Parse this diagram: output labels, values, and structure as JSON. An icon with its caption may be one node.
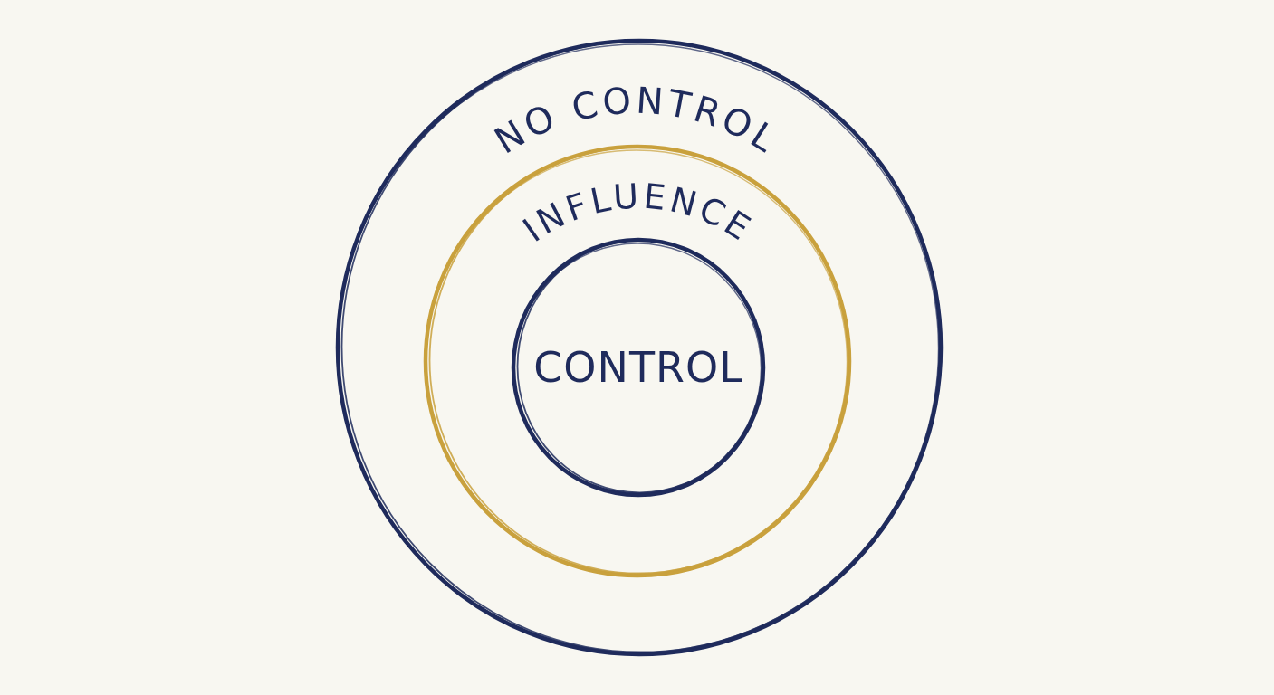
{
  "diagram": {
    "nodes": [
      {
        "text": [
          "NO CONTROL"
        ]
      },
      {
        "text": [
          "INFLUENCE"
        ],
        "in": 0
      },
      {
        "text": [
          "CONTROL"
        ],
        "in": 1
      }
    ]
  }
}
